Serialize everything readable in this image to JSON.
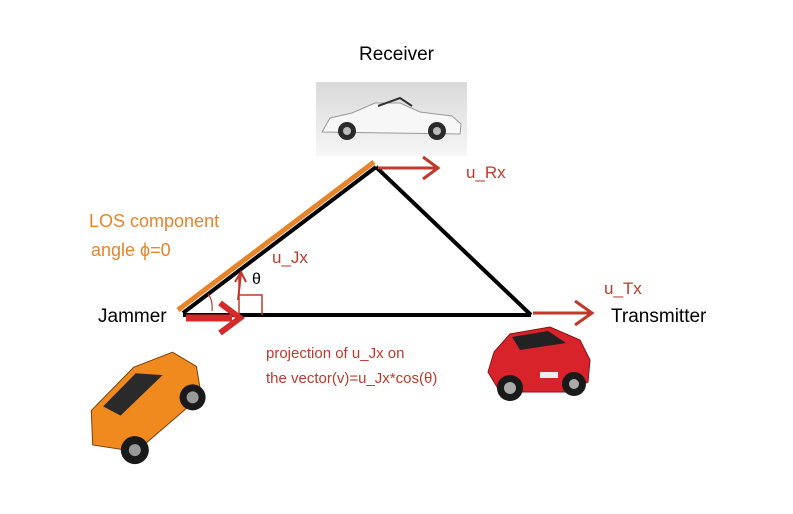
{
  "labels": {
    "receiver": "Receiver",
    "jammer": "Jammer",
    "transmitter": "Transmitter",
    "u_rx": "u_Rx",
    "u_tx": "u_Tx",
    "u_jx": "u_Jx",
    "theta": "θ",
    "los_line1": "LOS component",
    "los_line2": "angle ϕ=0",
    "projection_line1": "projection of u_Jx on",
    "projection_line2": "the vector(v)=u_Jx*cos(θ)"
  },
  "colors": {
    "triangle": "#000000",
    "los_line": "#e6842a",
    "vector_arrows": "#c0392b",
    "jammer_arrow": "#d42a2a",
    "receiver_car": "#f2f2f2",
    "transmitter_car": "#d8232a",
    "jammer_car": "#f0891e"
  }
}
